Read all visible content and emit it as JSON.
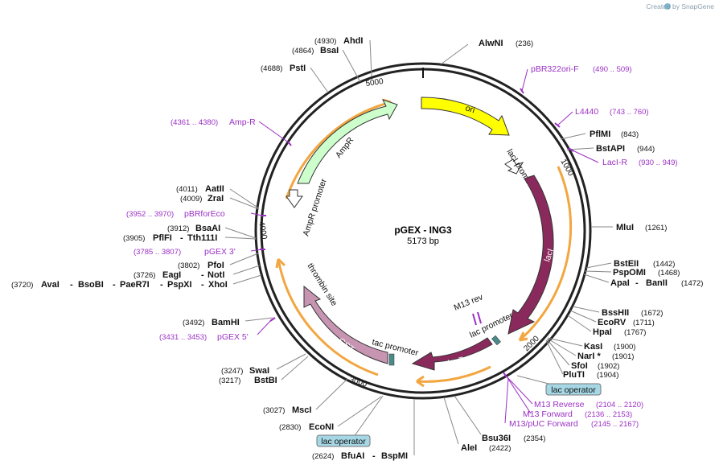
{
  "watermark": "Created by SnapGene",
  "plasmid": {
    "name": "pGEX - ING3",
    "length": "5173 bp"
  },
  "colors": {
    "ori": "#ffff00",
    "laci": "#8a2a5c",
    "ampr": "#ccffcc",
    "gst": "#c795b2",
    "promoter": "#ffffff",
    "orange": "#f2a640",
    "primer": "#9b30c4",
    "operator": "#a5d7e4"
  },
  "ticks": [
    "1000",
    "2000",
    "3000",
    "4000",
    "5000"
  ],
  "features": [
    {
      "label": "ori"
    },
    {
      "label": "lacI"
    },
    {
      "label": "lacI promoter"
    },
    {
      "label": "AmpR"
    },
    {
      "label": "AmpR promoter"
    },
    {
      "label": "GST"
    },
    {
      "label": "thrombin site"
    },
    {
      "label": "tac promoter"
    },
    {
      "label": "lacZα"
    },
    {
      "label": "lac promoter"
    },
    {
      "label": "M13 rev"
    }
  ],
  "operators": [
    "lac operator",
    "lac operator"
  ],
  "sites": [
    {
      "name": "AlwNI",
      "pos": "(236)"
    },
    {
      "name": "PflMI",
      "pos": "(843)"
    },
    {
      "name": "BstAPI",
      "pos": "(944)"
    },
    {
      "name": "MluI",
      "pos": "(1261)"
    },
    {
      "name": "BstEII",
      "pos": "(1442)"
    },
    {
      "name": "PspOMI",
      "pos": "(1468)"
    },
    {
      "name": "ApaI",
      "name2": "BanII",
      "pos": "(1472)"
    },
    {
      "name": "BssHII",
      "pos": "(1672)"
    },
    {
      "name": "EcoRV",
      "pos": "(1711)"
    },
    {
      "name": "HpaI",
      "pos": "(1767)"
    },
    {
      "name": "KasI",
      "pos": "(1900)"
    },
    {
      "name": "NarI *",
      "pos": "(1901)"
    },
    {
      "name": "SfoI",
      "pos": "(1902)"
    },
    {
      "name": "PluTI",
      "pos": "(1904)"
    },
    {
      "name": "Bsu36I",
      "pos": "(2354)"
    },
    {
      "name": "AleI",
      "pos": "(2422)"
    },
    {
      "name": "BfuAI",
      "name2": "BspMI",
      "pos": "(2624)"
    },
    {
      "name": "EcoNI",
      "pos": "(2830)"
    },
    {
      "name": "MscI",
      "pos": "(3027)"
    },
    {
      "name": "BstBI",
      "pos": "(3217)"
    },
    {
      "name": "SwaI",
      "pos": "(3247)"
    },
    {
      "name": "BamHI",
      "pos": "(3492)"
    },
    {
      "name": "AvaI",
      "name2": "BsoBI",
      "name3": "PaeR7I",
      "name4": "PspXI",
      "name5": "XhoI",
      "pos": "(3720)"
    },
    {
      "name": "EagI",
      "name2": "NotI",
      "pos": "(3726)"
    },
    {
      "name": "PfoI",
      "pos": "(3802)"
    },
    {
      "name": "PflFI",
      "name2": "Tth111I",
      "pos": "(3905)"
    },
    {
      "name": "BsaAI",
      "pos": "(3912)"
    },
    {
      "name": "ZraI",
      "pos": "(4009)"
    },
    {
      "name": "AatII",
      "pos": "(4011)"
    },
    {
      "name": "PstI",
      "pos": "(4688)"
    },
    {
      "name": "BsaI",
      "pos": "(4864)"
    },
    {
      "name": "AhdI",
      "pos": "(4930)"
    }
  ],
  "primers": [
    {
      "name": "pBR322ori-F",
      "pos": "(490 .. 509)"
    },
    {
      "name": "L4440",
      "pos": "(743 .. 760)"
    },
    {
      "name": "LacI-R",
      "pos": "(930 .. 949)"
    },
    {
      "name": "M13 Reverse",
      "pos": "(2104 .. 2120)"
    },
    {
      "name": "M13 Forward",
      "pos": "(2136 .. 2153)"
    },
    {
      "name": "M13/pUC Forward",
      "pos": "(2145 .. 2167)"
    },
    {
      "name": "pGEX 5'",
      "pos": "(3431 .. 3453)"
    },
    {
      "name": "pGEX 3'",
      "pos": "(3785 .. 3807)"
    },
    {
      "name": "pBRforEco",
      "pos": "(3952 .. 3970)"
    },
    {
      "name": "Amp-R",
      "pos": "(4361 .. 4380)"
    }
  ]
}
